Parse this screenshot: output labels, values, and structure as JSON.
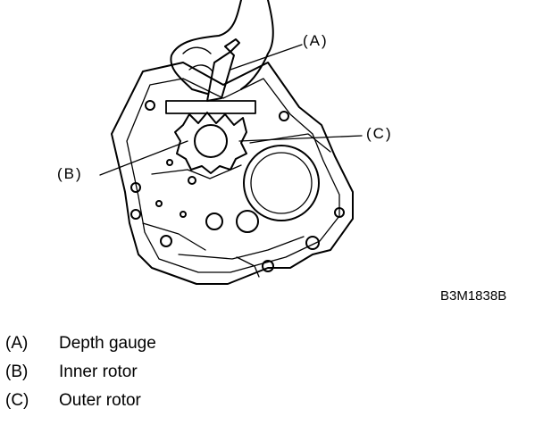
{
  "callouts": {
    "a": "(A)",
    "b": "(B)",
    "c": "(C)"
  },
  "figure_code": "B3M1838B",
  "legend": [
    {
      "key": "(A)",
      "label": "Depth gauge"
    },
    {
      "key": "(B)",
      "label": "Inner rotor"
    },
    {
      "key": "(C)",
      "label": "Outer rotor"
    }
  ]
}
